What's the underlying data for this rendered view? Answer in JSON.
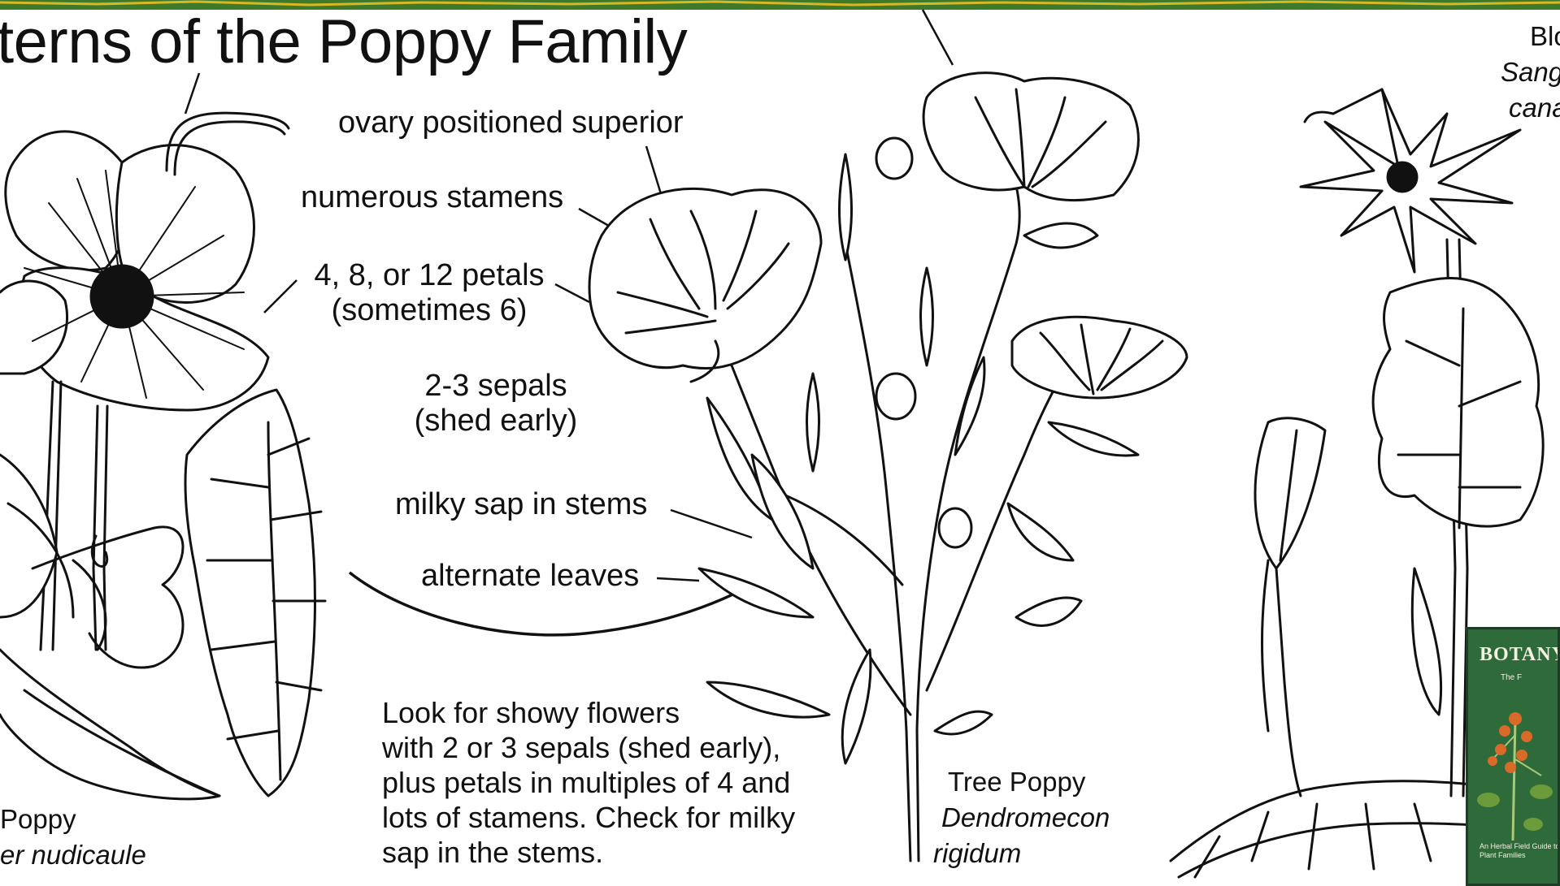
{
  "title": "terns of the Poppy Family",
  "labels": {
    "ovary": "ovary positioned superior",
    "stamens": "numerous stamens",
    "petals_line1": "4, 8, or 12 petals",
    "petals_line2": "(sometimes 6)",
    "sepals_line1": "2-3 sepals",
    "sepals_line2": "(shed early)",
    "sap": "milky sap in stems",
    "leaves": "alternate leaves"
  },
  "description_lines": [
    "Look for showy flowers",
    "with 2 or 3 sepals (shed early),",
    "plus petals in multiples of 4 and",
    "lots of stamens. Check for milky",
    "sap in the stems."
  ],
  "species": {
    "left_common": "Poppy",
    "left_latin": "er nudicaule",
    "tree_common": "Tree Poppy",
    "tree_latin_1": "Dendromecon",
    "tree_latin_2": "rigidum",
    "right_common": "Blo",
    "right_latin_1": "Sang",
    "right_latin_2": "cana"
  },
  "book": {
    "title": "BOTANY",
    "subtitle": "The F",
    "footer": "An Herbal Field Guide to Plant Families"
  },
  "colors": {
    "header_band": "#3e7a2a",
    "header_accent": "#d9b826",
    "ink": "#111111",
    "book_cover": "#2f6a3a",
    "berry": "#d96a2a"
  }
}
